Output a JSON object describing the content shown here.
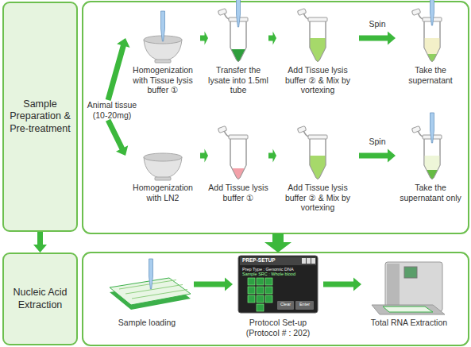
{
  "diagram": {
    "nodes": [
      {
        "text": [
          "Sample Preparation & Pre-treatment"
        ]
      },
      {
        "text": [
          "Nucleic Acid Extraction"
        ]
      },
      {
        "text": [
          "Animal tissue (10-20mg)"
        ]
      },
      {
        "text": [
          "Homogenization with Tissue lysis buffer ①"
        ]
      },
      {
        "text": [
          "Transfer the lysate into 1.5ml tube"
        ]
      },
      {
        "text": [
          "Add Tissue lysis buffer ② & Mix by vortexing"
        ]
      },
      {
        "text": [
          "Take the supernatant"
        ]
      },
      {
        "text": [
          "Homogenization with LN2"
        ]
      },
      {
        "text": [
          "Add Tissue lysis buffer ①"
        ]
      },
      {
        "text": [
          "Add Tissue lysis buffer ② & Mix by vortexing"
        ]
      },
      {
        "text": [
          "Take the supernatant only"
        ]
      },
      {
        "text": [
          "Sample loading"
        ]
      },
      {
        "text": [
          "Protocol Set-up (Protocol # : 202)"
        ]
      },
      {
        "text": [
          "Total RNA Extraction"
        ]
      }
    ],
    "edges": [
      {
        "from": 0,
        "to": 1,
        "arrow": "to"
      },
      {
        "from": 2,
        "to": 3,
        "arrow": "to"
      },
      {
        "from": 2,
        "to": 7,
        "arrow": "to"
      },
      {
        "from": 3,
        "to": 4,
        "arrow": "to"
      },
      {
        "from": 4,
        "to": 5,
        "arrow": "to"
      },
      {
        "from": 5,
        "to": 6,
        "arrow": "to",
        "label": "Spin"
      },
      {
        "from": 7,
        "to": 8,
        "arrow": "to"
      },
      {
        "from": 8,
        "to": 9,
        "arrow": "to"
      },
      {
        "from": 9,
        "to": 10,
        "arrow": "to",
        "label": "Spin"
      },
      {
        "from": 11,
        "to": 12,
        "arrow": "to"
      },
      {
        "from": 12,
        "to": 13,
        "arrow": "to"
      }
    ],
    "labels": [
      "PREP-SETUP",
      "Prep Type : Genomic DNA",
      "Sample SRC : Whole blood",
      "Clear",
      "Enter"
    ]
  }
}
